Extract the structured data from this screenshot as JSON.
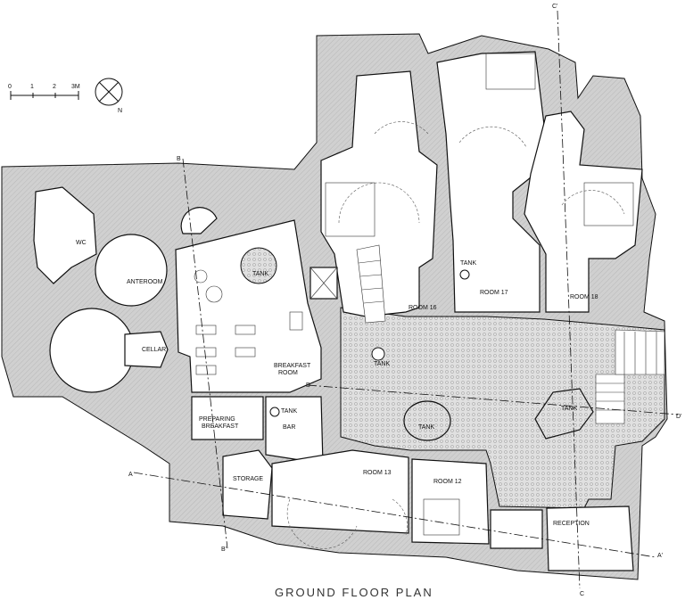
{
  "title": "GROUND     FLOOR  PLAN",
  "scale": {
    "ticks": [
      "0",
      "1",
      "2",
      "3M"
    ]
  },
  "north": "N",
  "rooms": {
    "wc": "WC",
    "anteroom": "ANTEROOM",
    "cellar": "CELLAR",
    "breakfast_room_1": "BREAKFAST",
    "breakfast_room_2": "ROOM",
    "preparing_1": "PREPARING",
    "preparing_2": "BREAKFAST",
    "bar": "BAR",
    "storage": "STORAGE",
    "room13": "ROOM  13",
    "room12": "ROOM  12",
    "room16": "ROOM  16",
    "room17": "ROOM  17",
    "room18": "ROOM  18",
    "reception": "RECEPTION"
  },
  "tanks": [
    "TANK",
    "TANK",
    "TANK",
    "TANK",
    "TANK",
    "TANK"
  ],
  "sections": {
    "a": "A",
    "a_prime": "A'",
    "b": "B",
    "b_prime": "B'",
    "c": "C",
    "c_prime": "C'",
    "d": "D",
    "d_prime": "D'"
  },
  "colors": {
    "hatch": "#cfcfcf",
    "courtyard": "#d8d8d8",
    "line": "#111111"
  }
}
